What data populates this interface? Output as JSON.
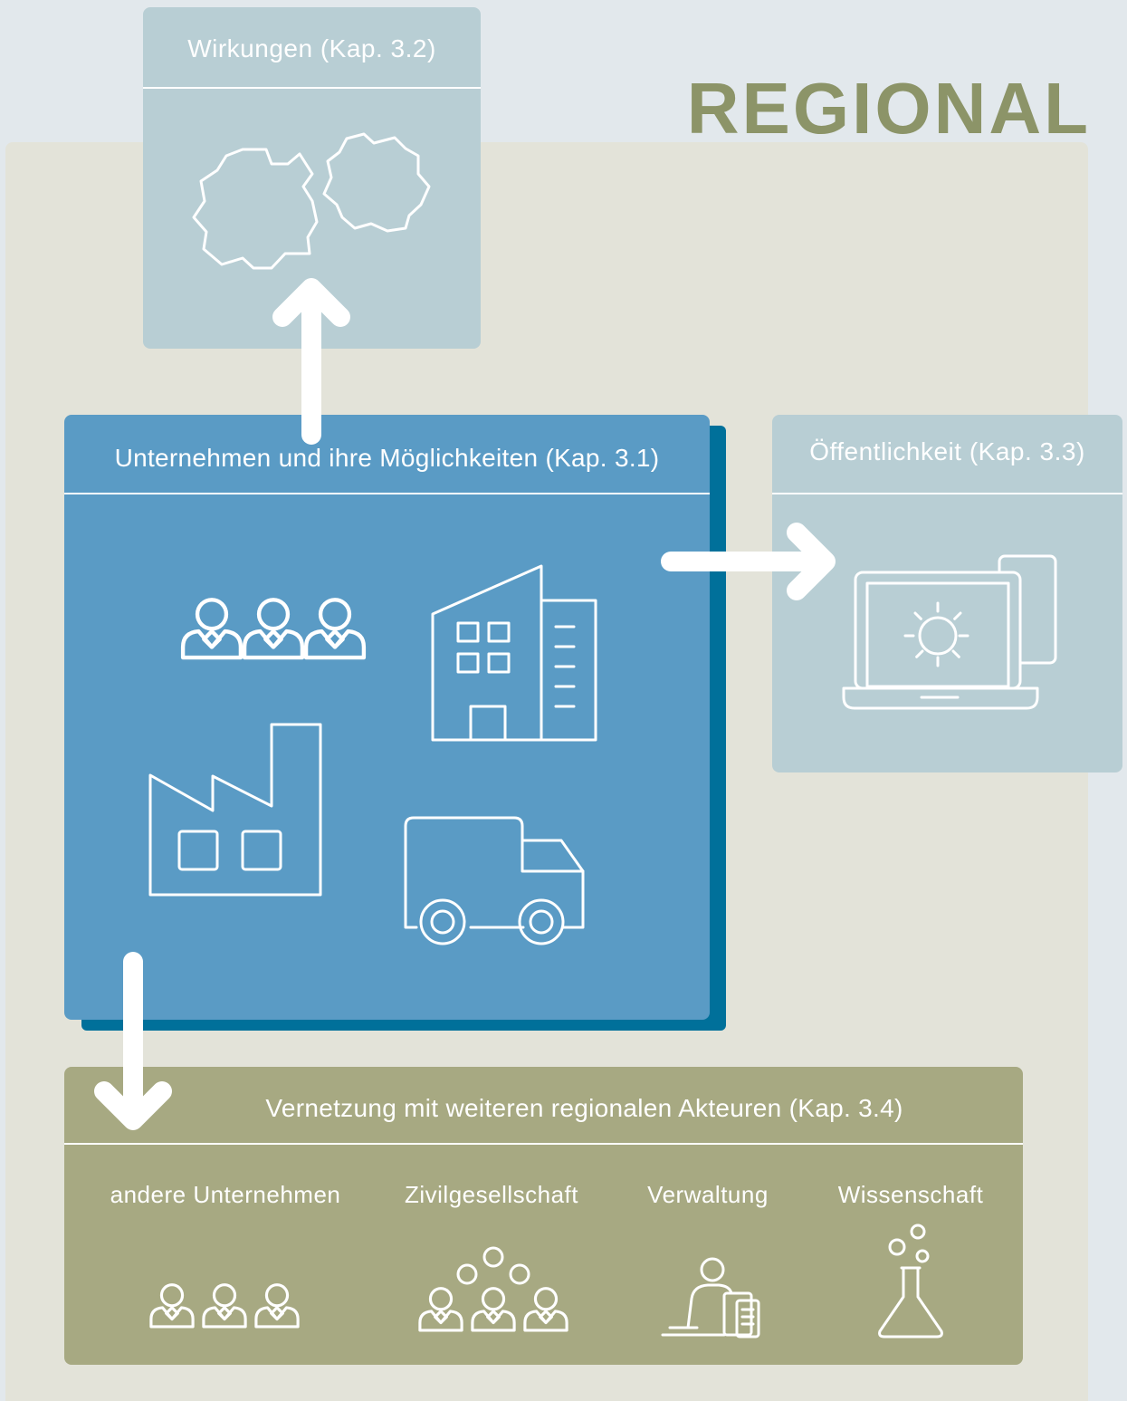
{
  "title": "REGIONAL",
  "boxes": {
    "wirkungen": {
      "label": "Wirkungen (Kap. 3.2)"
    },
    "unternehmen": {
      "label": "Unternehmen und ihre Möglichkeiten (Kap. 3.1)"
    },
    "oeffentlichkeit": {
      "label": "Öffentlichkeit (Kap. 3.3)"
    },
    "vernetzung": {
      "label": "Vernetzung mit weiteren regionalen Akteuren (Kap. 3.4)",
      "actors": [
        {
          "label": "andere Unternehmen",
          "icon": "three-people-icon"
        },
        {
          "label": "Zivilgesellschaft",
          "icon": "group-icon"
        },
        {
          "label": "Verwaltung",
          "icon": "clerk-icon"
        },
        {
          "label": "Wissenschaft",
          "icon": "flask-icon"
        }
      ]
    }
  },
  "colors": {
    "background": "#e2e8ec",
    "region": "#e3e3d9",
    "region_title": "#8c9468",
    "light_box": "#b8ced4",
    "main_box": "#5a9bc5",
    "main_shadow": "#00709a",
    "network_box": "#a7a982"
  }
}
